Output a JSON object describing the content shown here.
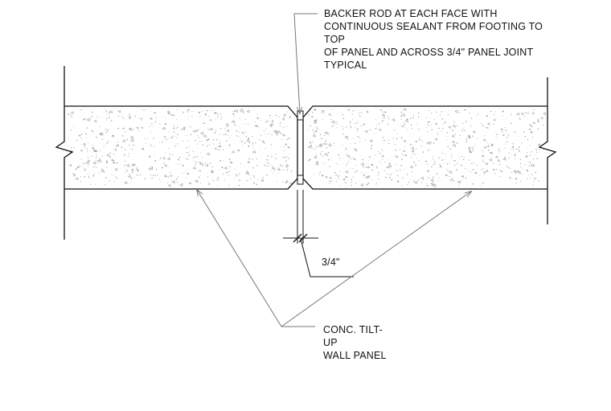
{
  "notes": {
    "joint_callout": {
      "lines": [
        "BACKER ROD AT EACH FACE WITH",
        "CONTINUOUS SEALANT FROM FOOTING TO",
        "TOP",
        "OF PANEL AND ACROSS 3/4\" PANEL JOINT",
        "TYPICAL"
      ]
    },
    "dimension": {
      "text": "3/4\""
    },
    "panel_callout": {
      "lines": [
        "CONC. TILT-",
        "UP",
        "WALL PANEL"
      ]
    }
  },
  "colors": {
    "line": "#111111",
    "leader": "#777777",
    "stipple": "#8a8a8a"
  }
}
